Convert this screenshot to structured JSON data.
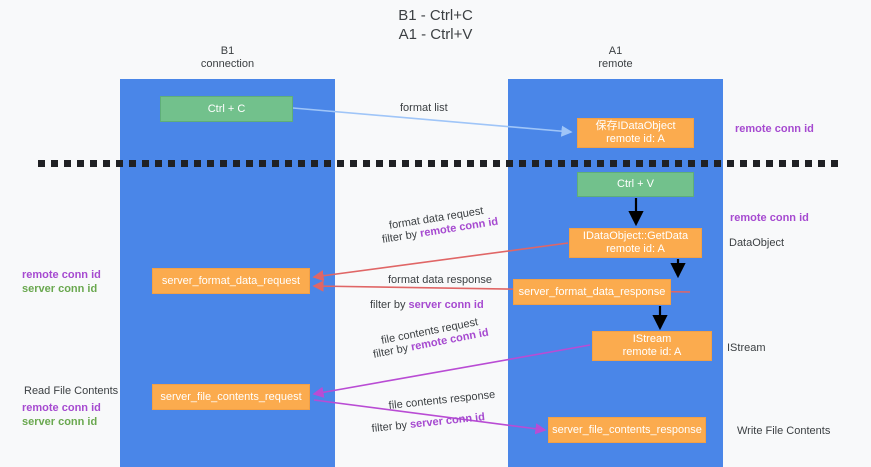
{
  "title": {
    "line1": "B1 - Ctrl+C",
    "line2": "A1 - Ctrl+V"
  },
  "lanes": [
    {
      "id": "b1",
      "name": "B1",
      "role": "connection",
      "color": "#4a86e8"
    },
    {
      "id": "a1",
      "name": "A1",
      "role": "remote",
      "color": "#4a86e8"
    }
  ],
  "boxes": {
    "ctrl_c": {
      "label": "Ctrl + C",
      "color": "#72c18c"
    },
    "save_idataobject": {
      "line1": "保存IDataObject",
      "line2": "remote id: A",
      "color": "#fbab4e"
    },
    "ctrl_v": {
      "label": "Ctrl + V",
      "color": "#72c18c"
    },
    "getdata": {
      "line1": "IDataObject::GetData",
      "line2": "remote id: A",
      "color": "#fbab4e"
    },
    "server_format_data_request": {
      "label": "server_format_data_request",
      "color": "#fbab4e"
    },
    "server_format_data_response": {
      "label": "server_format_data_response",
      "color": "#fbab4e"
    },
    "istream": {
      "line1": "IStream",
      "line2": "remote id: A",
      "color": "#fbab4e"
    },
    "server_file_contents_request": {
      "label": "server_file_contents_request",
      "color": "#fbab4e"
    },
    "server_file_contents_response": {
      "label": "server_file_contents_response",
      "color": "#fbab4e"
    }
  },
  "edge_labels": {
    "format_list": "format list",
    "format_data_request": "format data request",
    "format_data_request_filter_prefix": "filter by ",
    "format_data_request_filter_key": "remote conn id",
    "format_data_response": "format data response",
    "format_data_response_filter_prefix": "filter by ",
    "format_data_response_filter_key": "server conn id",
    "file_contents_request": "file contents request",
    "file_contents_request_filter_prefix": "filter by ",
    "file_contents_request_filter_key": "remote conn id",
    "file_contents_response": "file contents response",
    "file_contents_response_filter_prefix": "filter by ",
    "file_contents_response_filter_key": "server conn id"
  },
  "side_labels": {
    "right_remote_conn_id_top": "remote conn id",
    "right_remote_conn_id_mid": "remote conn id",
    "right_dataobject": "DataObject",
    "right_istream": "IStream",
    "right_write_file_contents": "Write File Contents",
    "left_remote_conn_id_1": "remote conn id",
    "left_server_conn_id_1": "server conn id",
    "left_read_file_contents": "Read File Contents",
    "left_remote_conn_id_2": "remote conn id",
    "left_server_conn_id_2": "server conn id"
  },
  "colors": {
    "lane": "#4a86e8",
    "green_box": "#72c18c",
    "orange_box": "#fbab4e",
    "remote_conn_id": "#a64ad0",
    "server_conn_id": "#6aa84f",
    "arrow_blue": "#9fc5f8",
    "arrow_red": "#e06666",
    "arrow_purple": "#b94cd4",
    "arrow_black": "#000000",
    "background": "#f8f9fa",
    "separator": "#202124"
  }
}
